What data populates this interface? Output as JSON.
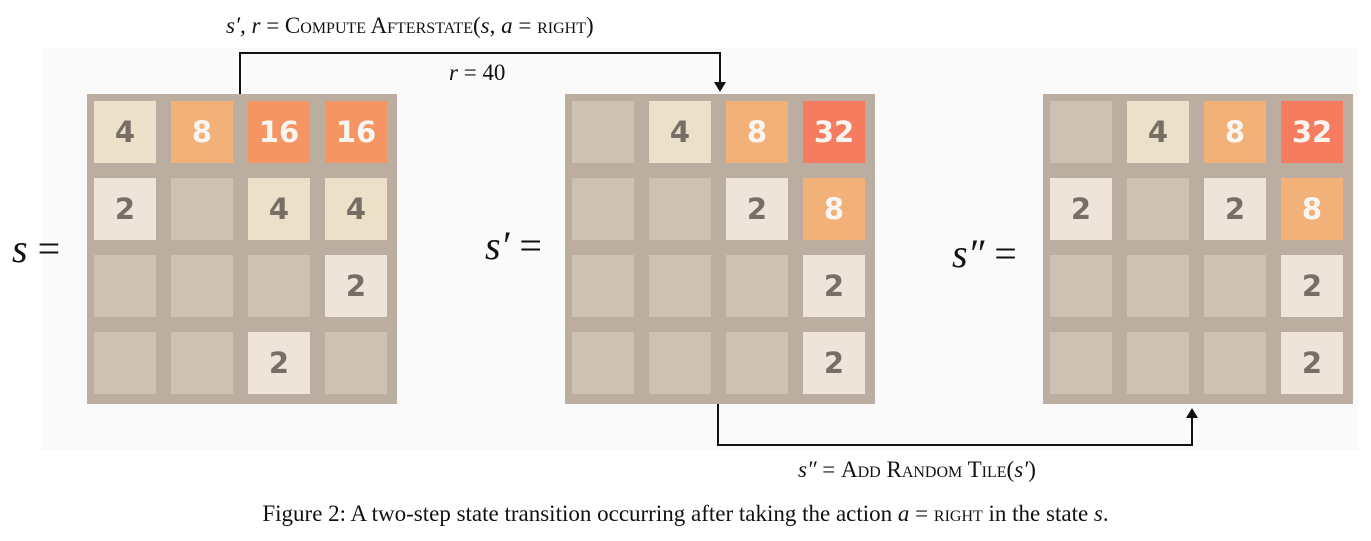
{
  "labels": {
    "top_var": "s′, r",
    "top_eq": "=",
    "top_fn": "Compute Afterstate",
    "top_args_open": "(",
    "top_arg_s": "s",
    "top_arg_sep": ", ",
    "top_arg_a": "a",
    "top_arg_eq": " = ",
    "top_arg_action": "right",
    "top_args_close": ")",
    "reward_var": "r",
    "reward_rest": " = 40",
    "bottom_var": "s″",
    "bottom_eq": " = ",
    "bottom_fn": "Add Random Tile",
    "bottom_args_open": "(",
    "bottom_arg": "s′",
    "bottom_args_close": ")"
  },
  "boards": [
    {
      "var": "s",
      "eq": "=",
      "grid": [
        [
          "4",
          "8",
          "16",
          "16"
        ],
        [
          "2",
          "",
          "4",
          "4"
        ],
        [
          "",
          "",
          "",
          "2"
        ],
        [
          "",
          "",
          "2",
          ""
        ]
      ]
    },
    {
      "var": "s′",
      "eq": "=",
      "grid": [
        [
          "",
          "4",
          "8",
          "32"
        ],
        [
          "",
          "",
          "2",
          "8"
        ],
        [
          "",
          "",
          "",
          "2"
        ],
        [
          "",
          "",
          "",
          "2"
        ]
      ]
    },
    {
      "var": "s″",
      "eq": "=",
      "grid": [
        [
          "",
          "4",
          "8",
          "32"
        ],
        [
          "2",
          "",
          "2",
          "8"
        ],
        [
          "",
          "",
          "",
          "2"
        ],
        [
          "",
          "",
          "",
          "2"
        ]
      ]
    }
  ],
  "tile_colors": {
    "empty": {
      "bg": "#cdc1b4",
      "fg": "#776e65"
    },
    "2": {
      "bg": "#eee4da",
      "fg": "#776e65"
    },
    "4": {
      "bg": "#ede0c8",
      "fg": "#776e65"
    },
    "8": {
      "bg": "#f2b179",
      "fg": "#f9f6f2"
    },
    "16": {
      "bg": "#f59563",
      "fg": "#f9f6f2"
    },
    "32": {
      "bg": "#f67c5f",
      "fg": "#f9f6f2"
    }
  },
  "board_bg": "#bbada0",
  "caption": {
    "prefix": "Figure 2: A two-step state transition occurring after taking the action ",
    "action_var": "a",
    "action_eq": " = ",
    "action_name": "right",
    "mid": " in the state ",
    "state_var": "s",
    "end": "."
  }
}
